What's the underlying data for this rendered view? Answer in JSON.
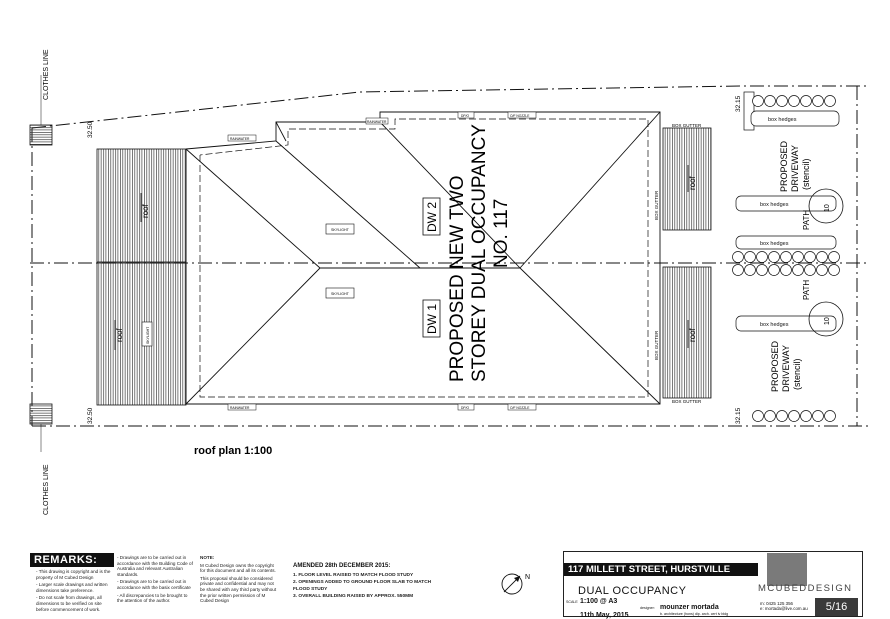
{
  "drawing": {
    "title": "roof plan  1:100",
    "project_label_lines": [
      "PROPOSED NEW TWO",
      "STOREY DUAL OCCUPANCY",
      "NO. 117"
    ],
    "dwelling_labels": [
      "DW 2",
      "DW 1"
    ],
    "clothes_line": "CLOTHES LINE",
    "levels": {
      "top_left": "32.50",
      "bottom_left": "32.50",
      "top_right": "32.15",
      "bottom_right": "32.15"
    },
    "roof_label": "roof",
    "skylight_label": "SKYLIGHT",
    "rainwater_label": "RAINWATER",
    "box_gutter": "BOX GUTTER",
    "box_hedges": "box hedges",
    "driveway_lines": [
      "PROPOSED",
      "DRIVEWAY",
      "(stencil)"
    ],
    "path": "PATH",
    "tree_symbol": "10",
    "downpipe_label": "DP/O",
    "overflow_label": "O/F NOZZLE"
  },
  "remarks": {
    "heading": "REMARKS:",
    "col1": [
      "- This drawing is copyright and is the property of M Cubed Design",
      "- Larger scale drawings and written dimensions take preference.",
      "- Do not scale from drawings, all dimensions to be verified on site before commencement of work."
    ],
    "col2": [
      "- Drawings are to be carried out in accordance with the Building Code of Australia and relevant Australian standards.",
      "- Drawings are to be carried out in accordance with the basix certificate",
      "- All discrepancies to be brought to the attention of the author."
    ],
    "note_heading": "NOTE:",
    "note": [
      "M Cubed Design owns the copyright for this document and all its contents.",
      "This proposal should be considered private and confidential and may not be shared with any third party without the prior written permission of M Cubed Design"
    ]
  },
  "amendment": {
    "title": "AMENDED 28th DECEMBER 2015:",
    "items": [
      "1. FLOOR LEVEL RAISED TO MATCH FLOOD STUDY",
      "2. OPENINGS ADDED TO GROUND FLOOR SLAB TO MATCH FLOOD STUDY",
      "3. OVERALL BUILDING RAISED BY APPROX. 550MM"
    ]
  },
  "title_block": {
    "address": "117 MILLETT STREET, HURSTVILLE",
    "project": "DUAL OCCUPANCY",
    "scale_label": "SCALE",
    "scale": "1:100 @ A3",
    "date": "11th May, 2015",
    "designer_label": "designer:",
    "designer": "mounzer mortada",
    "designer_sub": "b. architecture (hons) dip. arch. cert iv bldg",
    "logo_text": "MCUBEDDESIGN",
    "phone": "m: 0425 125 356",
    "email": "e: mortada@live.com.au",
    "sheet": "5/16"
  },
  "north": "N"
}
